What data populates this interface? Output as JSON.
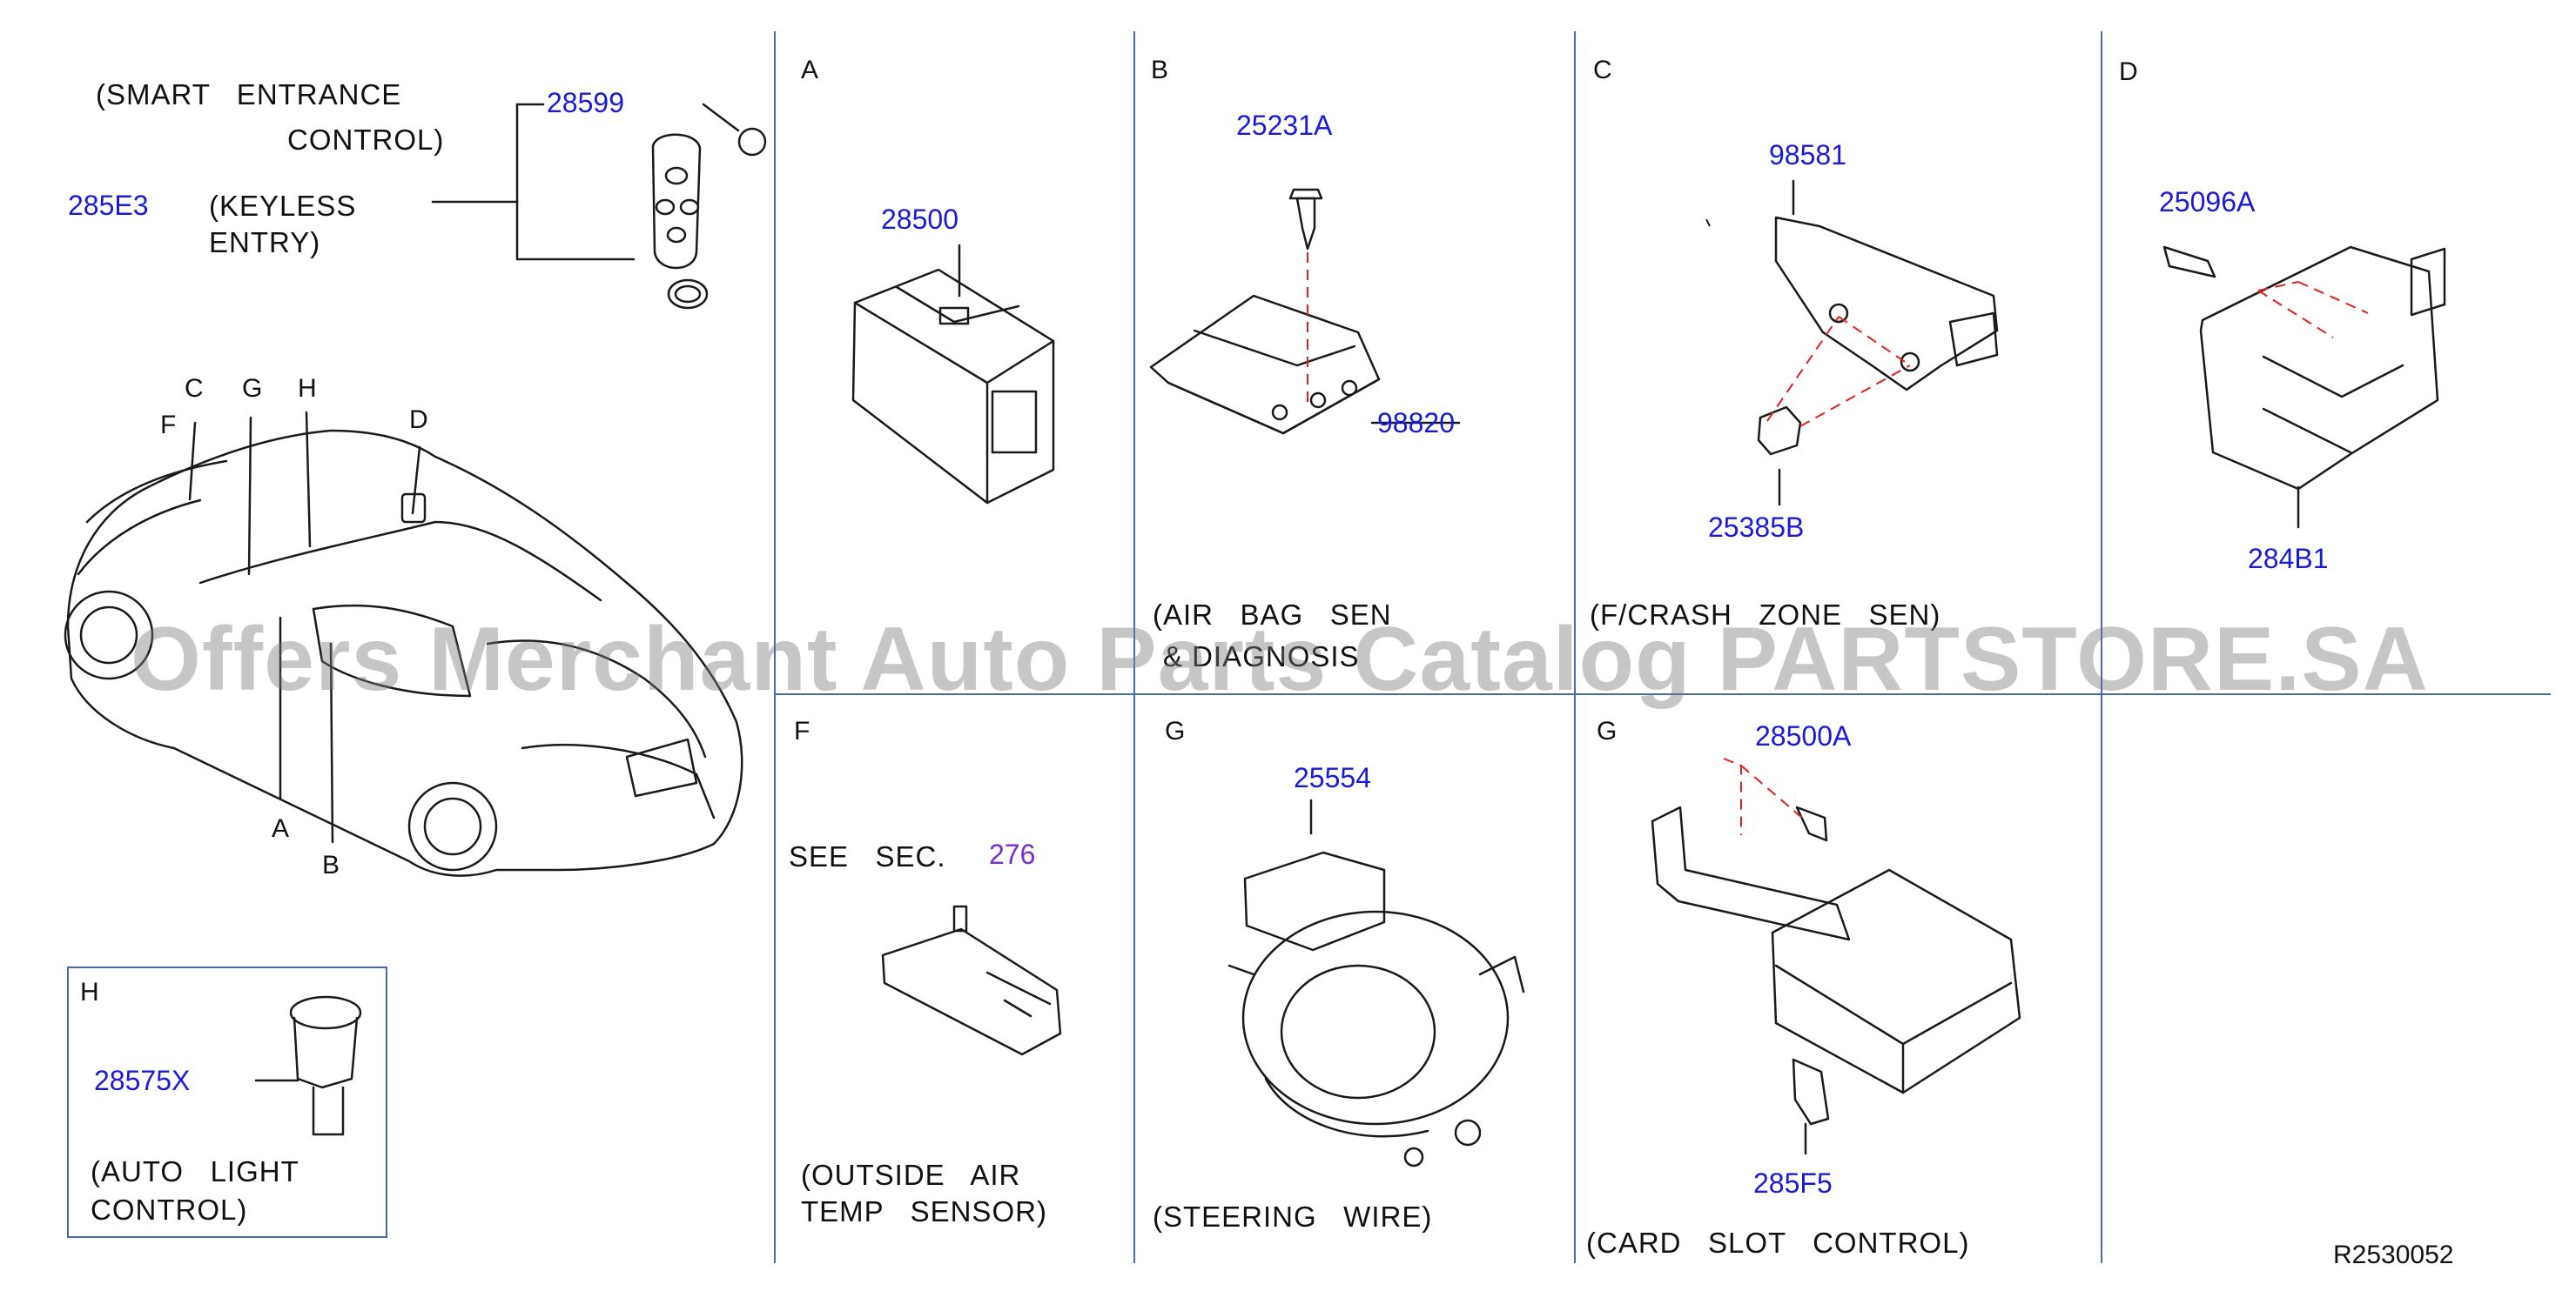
{
  "diagram_id": "R2530052",
  "watermark": "Offers Merchant Auto Parts Catalog PARTSTORE.SA",
  "colors": {
    "part_number": "#1a1adc",
    "section_reference": "#7a2ad8",
    "leader_dashed": "#e02020",
    "panel_divider": "#4a68b8",
    "line_art": "#1a1a1a"
  },
  "overview": {
    "location_letters": {
      "c": "C",
      "g": "G",
      "h": "H",
      "f": "F",
      "d": "D",
      "a": "A",
      "b": "B"
    },
    "keyfob": {
      "group_label_line1": "(SMART   ENTRANCE",
      "group_label_line2": "CONTROL)",
      "part_keyfob": "28599",
      "part_keyless": "285E3",
      "keyless_label_line1": "(KEYLESS",
      "keyless_label_line2": "ENTRY)"
    }
  },
  "panel_h": {
    "letter": "H",
    "part": "28575X",
    "caption_line1": "(AUTO   LIGHT",
    "caption_line2": "CONTROL)"
  },
  "panels": {
    "a": {
      "letter": "A",
      "part": "28500"
    },
    "b": {
      "letter": "B",
      "part_bolt": "25231A",
      "part_unit": "98820",
      "caption_line1": "(AIR   BAG   SEN",
      "caption_line2": "& DIAGNOSIS"
    },
    "c": {
      "letter": "C",
      "part_sensor": "98581",
      "part_nut": "25385B",
      "caption_line1": "(F/CRASH   ZONE   SEN)"
    },
    "d": {
      "letter": "D",
      "part_bolt": "25096A",
      "part_unit": "284B1"
    },
    "f": {
      "letter": "F",
      "see_sec": "SEE   SEC.",
      "sec_ref": "276",
      "caption_line1": "(OUTSIDE   AIR",
      "caption_line2": "TEMP   SENSOR)"
    },
    "g1": {
      "letter": "G",
      "part": "25554",
      "caption_line1": "(STEERING   WIRE)"
    },
    "g2": {
      "letter": "G",
      "part_bolt": "28500A",
      "part_bracket": "285F5",
      "caption_line1": "(CARD   SLOT   CONTROL)"
    }
  }
}
